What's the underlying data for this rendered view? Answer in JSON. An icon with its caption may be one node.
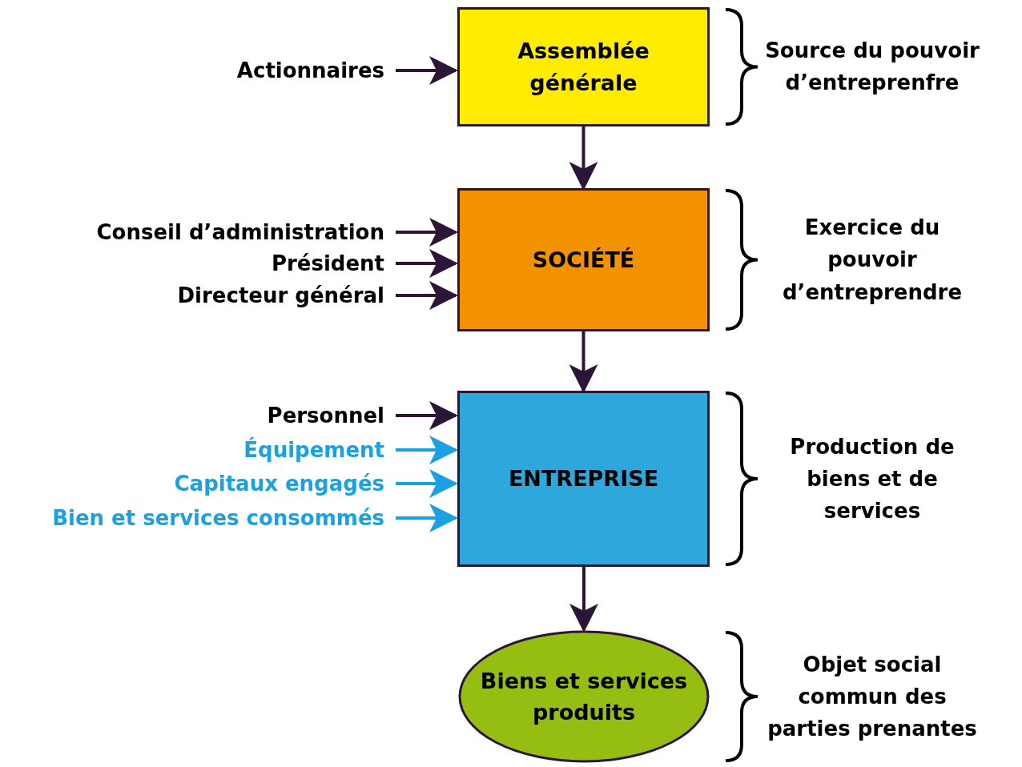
{
  "diagram": {
    "nodes": [
      {
        "text": [
          "Actionnaires"
        ]
      },
      {
        "text": [
          "Assemblée générale"
        ],
        "beside": [
          "Source du pouvoir d’entreprenfre"
        ]
      },
      {
        "text": [
          "Conseil d’administration"
        ]
      },
      {
        "text": [
          "Président"
        ]
      },
      {
        "text": [
          "Directeur général"
        ]
      },
      {
        "text": [
          "SOCIÉTÉ"
        ],
        "beside": [
          "Exercice du pouvoir d’entreprendre"
        ]
      },
      {
        "text": [
          "Personnel"
        ]
      },
      {
        "text": [
          "Équipement"
        ]
      },
      {
        "text": [
          "Capitaux engagés"
        ]
      },
      {
        "text": [
          "Bien et services consommés"
        ]
      },
      {
        "text": [
          "ENTREPRISE"
        ],
        "beside": [
          "Production de biens et de services"
        ]
      },
      {
        "text": [
          "Biens et services produits"
        ],
        "beside": [
          "Objet social commun des parties prenantes"
        ]
      }
    ],
    "edges": [
      {
        "from": 0,
        "to": 1,
        "arrow": "to"
      },
      {
        "from": 1,
        "to": 5,
        "arrow": "to"
      },
      {
        "from": 2,
        "to": 5,
        "arrow": "to"
      },
      {
        "from": 3,
        "to": 5,
        "arrow": "to"
      },
      {
        "from": 4,
        "to": 5,
        "arrow": "to"
      },
      {
        "from": 5,
        "to": 10,
        "arrow": "to"
      },
      {
        "from": 6,
        "to": 10,
        "arrow": "to"
      },
      {
        "from": 7,
        "to": 10,
        "arrow": "to",
        "color": "#1ba1e2"
      },
      {
        "from": 8,
        "to": 10,
        "arrow": "to",
        "color": "#1ba1e2"
      },
      {
        "from": 9,
        "to": 10,
        "arrow": "to",
        "color": "#1ba1e2"
      },
      {
        "from": 10,
        "to": 11,
        "arrow": "to"
      }
    ]
  }
}
